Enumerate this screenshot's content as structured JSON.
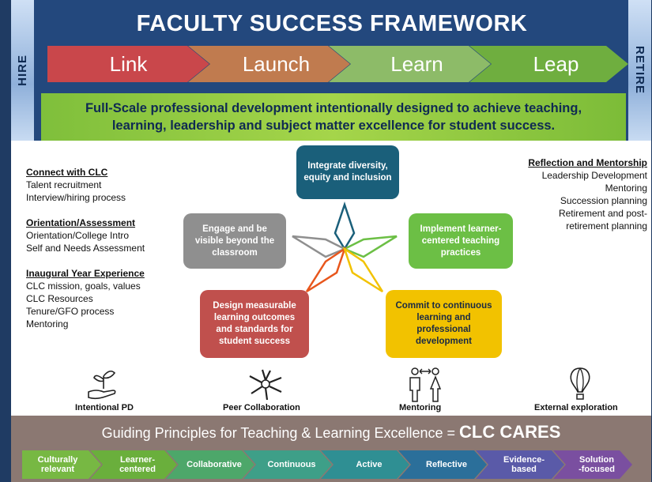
{
  "title": "FACULTY SUCCESS FRAMEWORK",
  "side_left": "HIRE",
  "side_right": "RETIRE",
  "stages": [
    "Link",
    "Launch",
    "Learn",
    "Leap"
  ],
  "stage_colors": [
    "#c9474b",
    "#c07b4f",
    "#8dbb68",
    "#6fae3f"
  ],
  "mission": "Full-Scale professional development intentionally designed to achieve teaching, learning, leadership and subject matter excellence for student success.",
  "left_column": [
    {
      "heading": "Connect with CLC",
      "items": [
        "Talent recruitment",
        "Interview/hiring process"
      ]
    },
    {
      "heading": "Orientation/Assessment",
      "items": [
        "Orientation/College Intro",
        "Self and Needs Assessment"
      ]
    },
    {
      "heading": "Inaugural Year Experience",
      "items": [
        "CLC mission, goals, values",
        "CLC Resources",
        "Tenure/GFO process",
        "Mentoring"
      ]
    }
  ],
  "right_column": {
    "heading": "Reflection and Mentorship",
    "items": [
      "Leadership Development",
      "Mentoring",
      "Succession planning",
      "Retirement and post-",
      "retirement planning"
    ]
  },
  "boxes": {
    "diversity": "Integrate diversity, equity and inclusion",
    "engage": "Engage and be visible beyond the classroom",
    "learner": "Implement learner-centered teaching practices",
    "design": "Design measurable learning outcomes and standards for student success",
    "commit": "Commit to continuous learning and professional development"
  },
  "box_colors": {
    "diversity": "#1a5f7a",
    "engage": "#8f8f8f",
    "learner": "#6cbf45",
    "design": "#c0504d",
    "commit": "#f2c200"
  },
  "icons": [
    {
      "label": "Intentional PD",
      "icon": "hand-plant-icon"
    },
    {
      "label": "Peer Collaboration",
      "icon": "group-hands-icon"
    },
    {
      "label": "Mentoring",
      "icon": "mentoring-people-icon"
    },
    {
      "label": "External exploration",
      "icon": "hot-air-balloon-icon"
    }
  ],
  "principles_title": "Guiding Principles for Teaching & Learning Excellence = ",
  "principles_brand": "CLC CARES",
  "principles": [
    {
      "first": "C",
      "rest": "ulturally relevant",
      "line1": "Culturally",
      "line2": "relevant",
      "color": "#77b843"
    },
    {
      "first": "L",
      "rest": "earner-centered",
      "line1": "Learner-",
      "line2": "centered",
      "color": "#6aaf3c"
    },
    {
      "first": "C",
      "rest": "ollaborative",
      "line1": "Collaborative",
      "line2": "",
      "color": "#4da76a"
    },
    {
      "first": "C",
      "rest": "ontinuous",
      "line1": "Continuous",
      "line2": "",
      "color": "#3e9f88"
    },
    {
      "first": "A",
      "rest": "ctive",
      "line1": "Active",
      "line2": "",
      "color": "#2f8f93"
    },
    {
      "first": "R",
      "rest": "eflective",
      "line1": "Reflective",
      "line2": "",
      "color": "#2b6f9a"
    },
    {
      "first": "E",
      "rest": "vidence-based",
      "line1": "Evidence-",
      "line2": "based",
      "color": "#5a5aa8"
    },
    {
      "first": "S",
      "rest": "olution-focused",
      "line1": "Solution",
      "line2": "-focused",
      "color": "#7a4fa0"
    }
  ]
}
